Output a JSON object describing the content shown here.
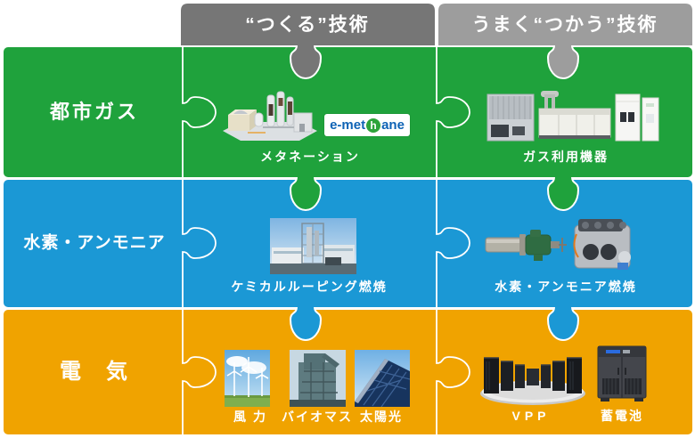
{
  "headers": {
    "create": "“つくる”技術",
    "use": "うまく“つかう”技術"
  },
  "rows": [
    {
      "label": "都市ガス",
      "create": {
        "item": "メタネーション"
      },
      "use": {
        "item": "ガス利用機器"
      }
    },
    {
      "label": "水素・アンモニア",
      "create": {
        "item": "ケミカルルーピング燃焼"
      },
      "use": {
        "item": "水素・アンモニア燃焼"
      }
    },
    {
      "label": "電　気",
      "create": {
        "items": [
          "風 力",
          "バイオマス",
          "太陽光"
        ]
      },
      "use": {
        "items": [
          "VPP",
          "蓄電池"
        ]
      }
    }
  ],
  "logo": {
    "pre": "e-met",
    "mid": "h",
    "post": "ane"
  },
  "colors": {
    "city_gas_green": "#1FA23C",
    "hydrogen_blue": "#1B98D5",
    "electricity_orange": "#F0A300",
    "header_create_gray": "#767676",
    "header_use_gray": "#9D9D9D",
    "label_white": "#FFFFFF",
    "logo_blue": "#0E63B5",
    "logo_green": "#2EA43B"
  }
}
